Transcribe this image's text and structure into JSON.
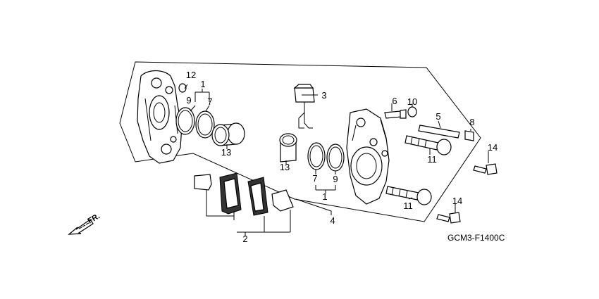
{
  "diagram_code": "GCM3-F1400C",
  "direction_label": "FR.",
  "callouts": {
    "c1_top": "1",
    "c1_bottom": "1",
    "c2": "2",
    "c3": "3",
    "c4": "4",
    "c5": "5",
    "c6": "6",
    "c7_left": "7",
    "c7_right": "7",
    "c8": "8",
    "c9_left": "9",
    "c9_right": "9",
    "c10": "10",
    "c11_top": "11",
    "c11_bottom": "11",
    "c12": "12",
    "c13_left": "13",
    "c13_right": "13",
    "c14_top": "14",
    "c14_bottom": "14"
  }
}
